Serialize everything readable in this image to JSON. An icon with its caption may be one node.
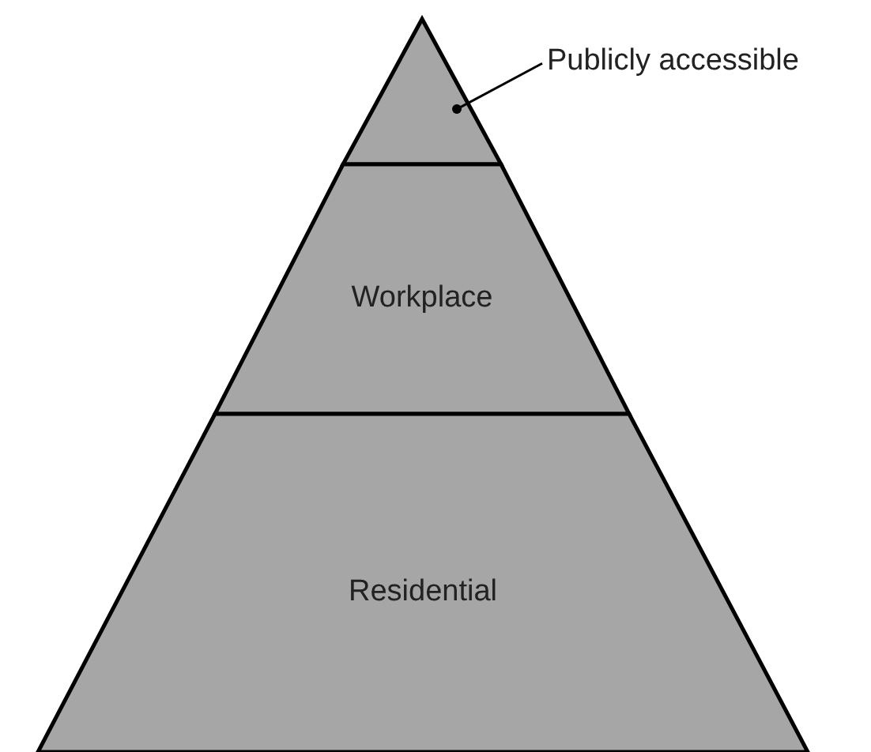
{
  "diagram": {
    "nodes": [
      {
        "text": [
          "Publicly accessible"
        ]
      },
      {
        "text": [],
        "shape": "triangle"
      },
      {
        "text": [
          "Workplace"
        ]
      },
      {
        "text": [
          "Residential"
        ]
      }
    ],
    "edges": [
      {
        "from": 0,
        "to": 1,
        "arrow": "other"
      }
    ]
  }
}
